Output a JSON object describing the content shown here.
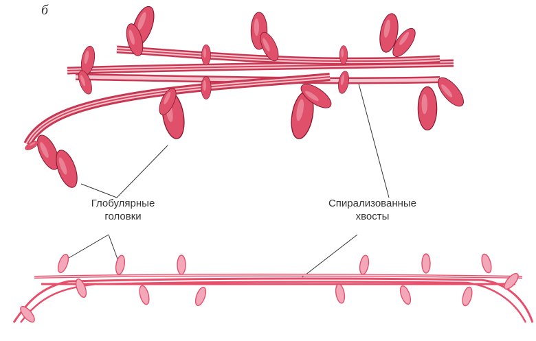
{
  "figure": {
    "panel_letter": "б",
    "labels": {
      "heads": {
        "line1": "Глобулярные",
        "line2": "головки"
      },
      "tails": {
        "line1": "Спирализованные",
        "line2": "хвосты"
      }
    },
    "colors": {
      "head_fill": "#e0506a",
      "head_stroke": "#8a1a30",
      "tail_dark": "#d8405a",
      "tail_light": "#f6c6d0",
      "filament": "#e84d6a",
      "filament_head": "#f4a7b8",
      "leader_line": "#333333"
    }
  }
}
